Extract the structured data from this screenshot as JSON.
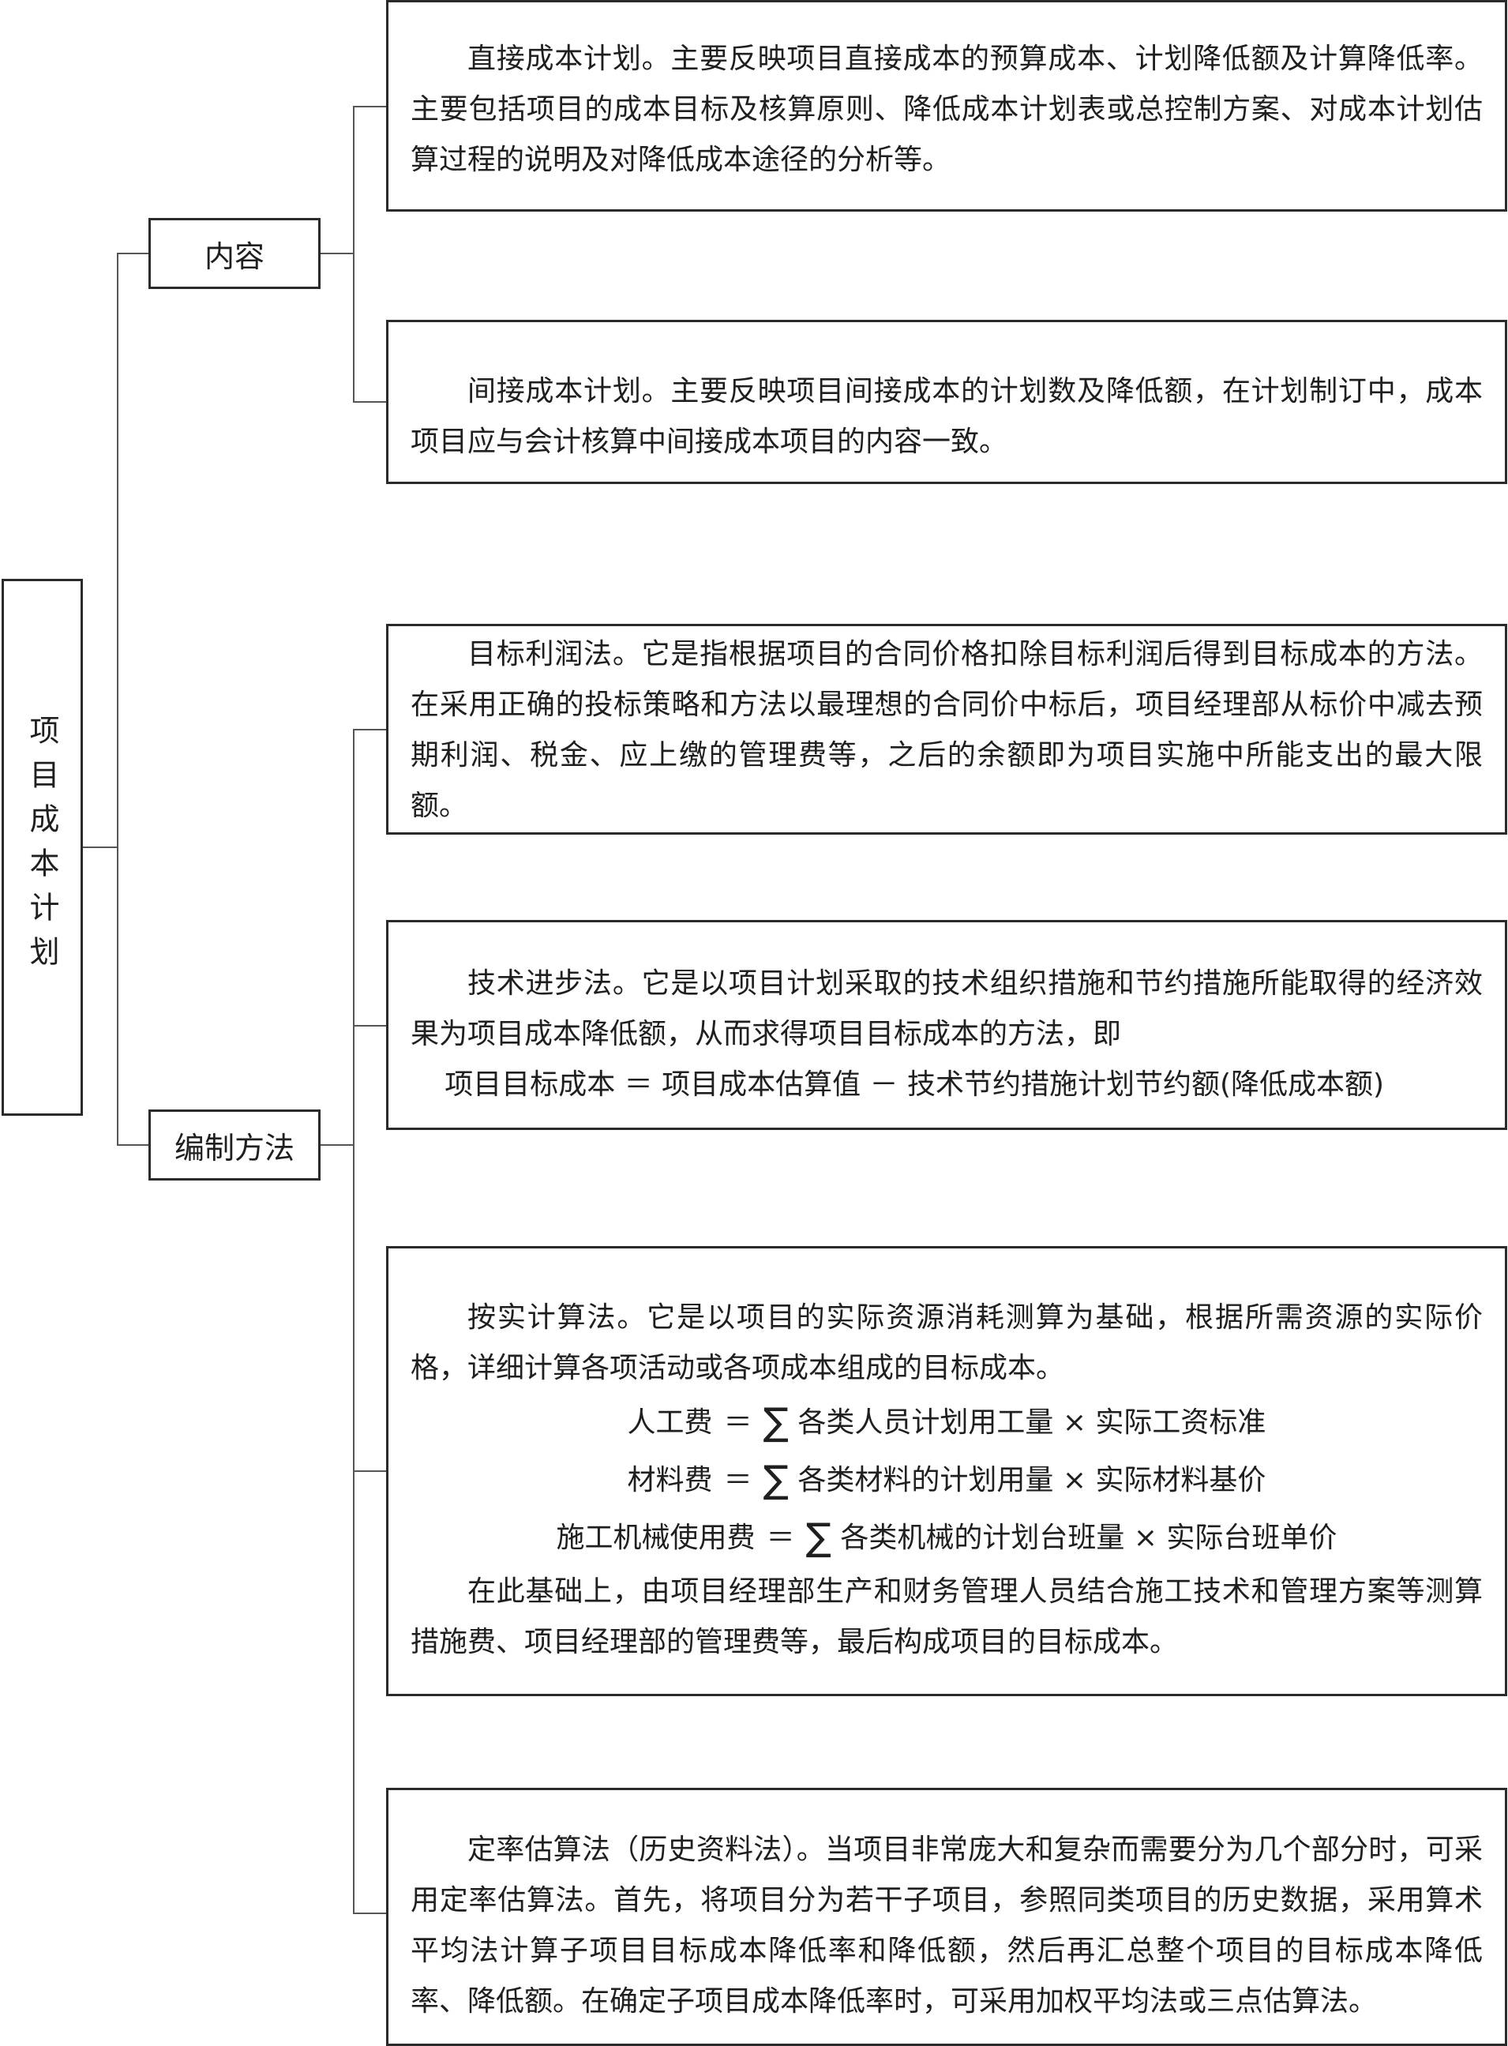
{
  "root": {
    "label": "项目成本计划"
  },
  "branches": [
    {
      "label": "内容"
    },
    {
      "label": "编制方法"
    }
  ],
  "leaves": {
    "direct_cost": "直接成本计划。主要反映项目直接成本的预算成本、计划降低额及计算降低率。主要包括项目的成本目标及核算原则、降低成本计划表或总控制方案、对成本计划估算过程的说明及对降低成本途径的分析等。",
    "indirect_cost": "间接成本计划。主要反映项目间接成本的计划数及降低额，在计划制订中，成本项目应与会计核算中间接成本项目的内容一致。",
    "target_profit": "目标利润法。它是指根据项目的合同价格扣除目标利润后得到目标成本的方法。在采用正确的投标策略和方法以最理想的合同价中标后，项目经理部从标价中减去预期利润、税金、应上缴的管理费等，之后的余额即为项目实施中所能支出的最大限额。",
    "tech_progress": {
      "text": "技术进步法。它是以项目计划采取的技术组织措施和节约措施所能取得的经济效果为项目成本降低额，从而求得项目目标成本的方法，即",
      "formula": "项目目标成本 ＝ 项目成本估算值 － 技术节约措施计划节约额(降低成本额)"
    },
    "actual_calc": {
      "intro": "按实计算法。它是以项目的实际资源消耗测算为基础，根据所需资源的实际价格，详细计算各项活动或各项成本组成的目标成本。",
      "formulas": [
        {
          "lhs": "人工费",
          "eq": "＝",
          "sigma": "∑",
          "rhs": "各类人员计划用工量 × 实际工资标准"
        },
        {
          "lhs": "材料费",
          "eq": "＝",
          "sigma": "∑",
          "rhs": "各类材料的计划用量 × 实际材料基价"
        },
        {
          "lhs": "施工机械使用费",
          "eq": "＝",
          "sigma": "∑",
          "rhs": "各类机械的计划台班量 × 实际台班单价"
        }
      ],
      "outro": "在此基础上，由项目经理部生产和财务管理人员结合施工技术和管理方案等测算措施费、项目经理部的管理费等，最后构成项目的目标成本。"
    },
    "fixed_rate": "定率估算法（历史资料法）。当项目非常庞大和复杂而需要分为几个部分时，可采用定率估算法。首先，将项目分为若干子项目，参照同类项目的历史数据，采用算术平均法计算子项目目标成本降低率和降低额，然后再汇总整个项目的目标成本降低率、降低额。在确定子项目成本降低率时，可采用加权平均法或三点估算法。"
  }
}
